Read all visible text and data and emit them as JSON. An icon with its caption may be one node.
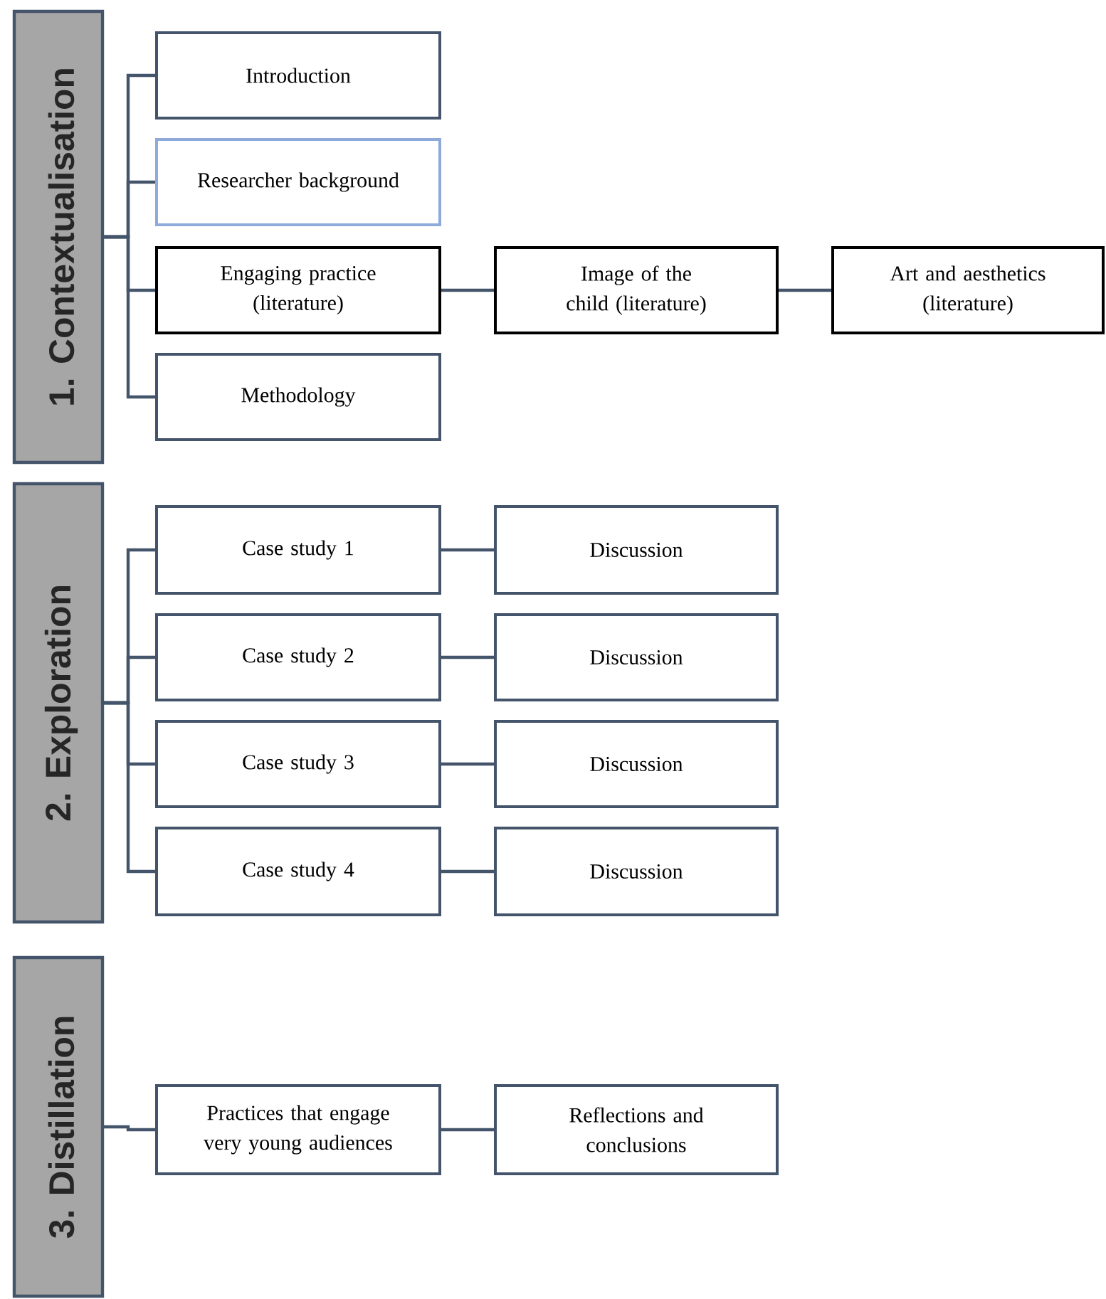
{
  "diagram": {
    "nodes": [
      {
        "text": [
          "1. Contextualisation"
        ]
      },
      {
        "text": [
          "Introduction"
        ]
      },
      {
        "text": [
          "Researcher background"
        ]
      },
      {
        "text": [
          "Engaging practice (literature)"
        ]
      },
      {
        "text": [
          "Image of the child (literature)"
        ]
      },
      {
        "text": [
          "Art and aesthetics (literature)"
        ]
      },
      {
        "text": [
          "Methodology"
        ]
      },
      {
        "text": [
          "2. Exploration"
        ]
      },
      {
        "text": [
          "Case study 1"
        ]
      },
      {
        "text": [
          "Discussion"
        ]
      },
      {
        "text": [
          "Case study 2"
        ]
      },
      {
        "text": [
          "Discussion"
        ]
      },
      {
        "text": [
          "Case study 3"
        ]
      },
      {
        "text": [
          "Discussion"
        ]
      },
      {
        "text": [
          "Case study 4"
        ]
      },
      {
        "text": [
          "Discussion"
        ]
      },
      {
        "text": [
          "3. Distillation"
        ]
      },
      {
        "text": [
          "Practices that engage very young audiences"
        ]
      },
      {
        "text": [
          "Reflections and conclusions"
        ]
      }
    ],
    "edges": [
      {
        "from": 0,
        "to": 1,
        "arrow": "none"
      },
      {
        "from": 0,
        "to": 2,
        "arrow": "none"
      },
      {
        "from": 0,
        "to": 3,
        "arrow": "none"
      },
      {
        "from": 0,
        "to": 6,
        "arrow": "none"
      },
      {
        "from": 3,
        "to": 4,
        "arrow": "none"
      },
      {
        "from": 4,
        "to": 5,
        "arrow": "none"
      },
      {
        "from": 7,
        "to": 8,
        "arrow": "none"
      },
      {
        "from": 7,
        "to": 10,
        "arrow": "none"
      },
      {
        "from": 7,
        "to": 12,
        "arrow": "none"
      },
      {
        "from": 7,
        "to": 14,
        "arrow": "none"
      },
      {
        "from": 8,
        "to": 9,
        "arrow": "none"
      },
      {
        "from": 10,
        "to": 11,
        "arrow": "none"
      },
      {
        "from": 12,
        "to": 13,
        "arrow": "none"
      },
      {
        "from": 14,
        "to": 15,
        "arrow": "none"
      },
      {
        "from": 16,
        "to": 17,
        "arrow": "none"
      },
      {
        "from": 17,
        "to": 18,
        "arrow": "none"
      }
    ]
  }
}
